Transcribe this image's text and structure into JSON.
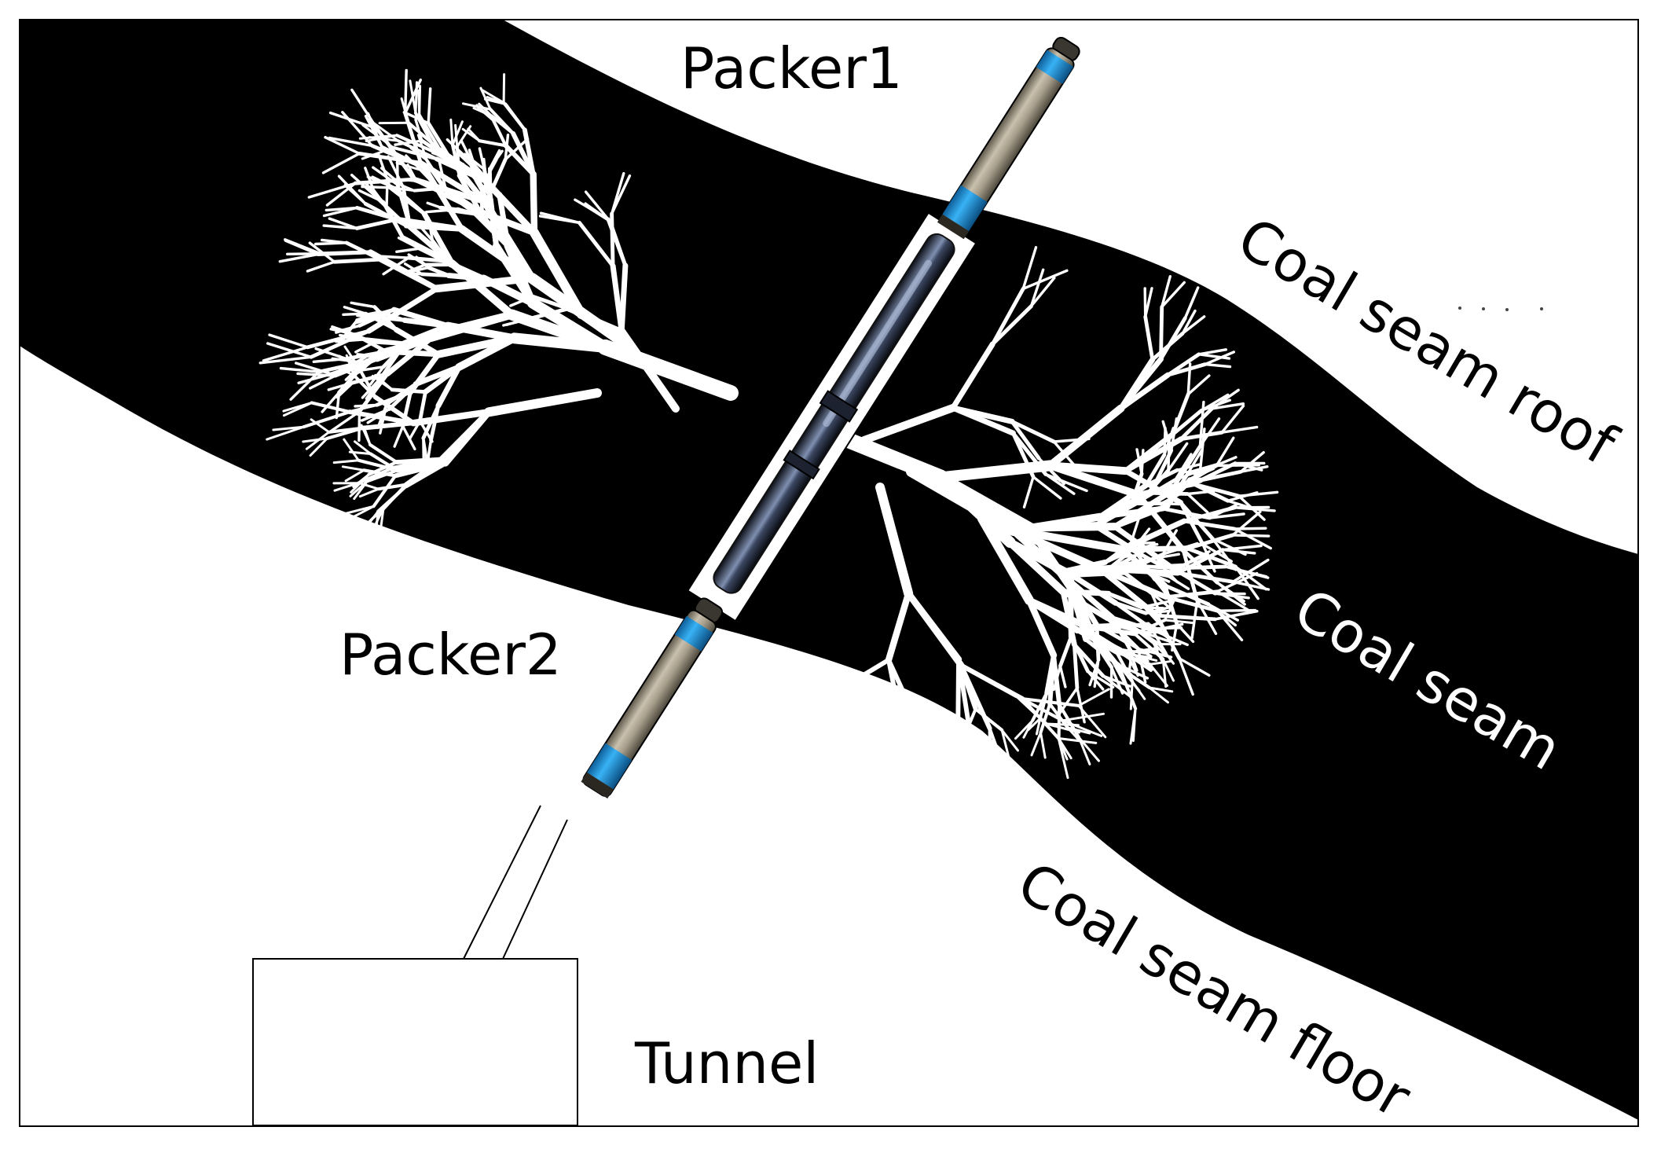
{
  "labels": {
    "packer1": "Packer1",
    "packer2": "Packer2",
    "roof": "Coal seam roof",
    "seam": "Coal seam",
    "floor": "Coal seam floor",
    "tunnel": "Tunnel"
  },
  "colors": {
    "coal_seam": "#000000",
    "background": "#ffffff",
    "fracture": "#ffffff",
    "packer_band": "#2a9ee6",
    "packer_body": "#a59c8a",
    "line": "#000000"
  }
}
